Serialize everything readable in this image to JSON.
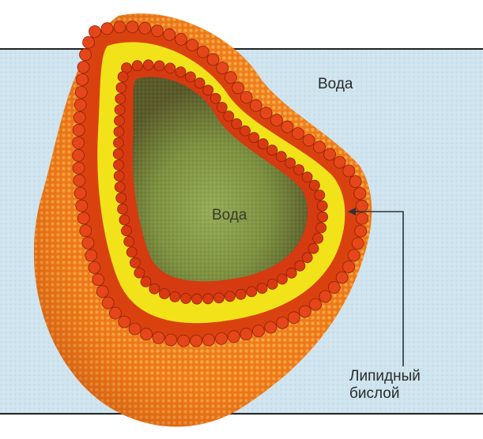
{
  "labels": {
    "outer_water": "Вода",
    "inner_water": "Вода",
    "bilayer_line1": "Липидный",
    "bilayer_line2": "бислой"
  },
  "colors": {
    "water_band": "#cde3ec",
    "outer_sphere": "#f07a1a",
    "head_dark": "#c83a10",
    "head_red": "#e23e14",
    "bilayer_yellow": "#f2e21a",
    "interior": "#8a9a48",
    "pointer": "#333333"
  }
}
